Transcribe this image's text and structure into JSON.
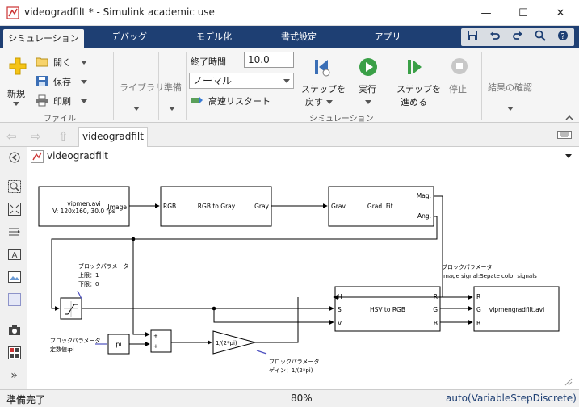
{
  "window": {
    "title": "videogradfilt * - Simulink academic use",
    "minimize_glyph": "—",
    "maximize_glyph": "☐",
    "close_glyph": "✕"
  },
  "ribbon_tabs": [
    "シミュレーション",
    "デバッグ",
    "モデル化",
    "書式設定",
    "アプリ"
  ],
  "quick_access": {
    "icons": [
      "save-icon",
      "undo-icon",
      "redo-icon",
      "search-icon",
      "help-icon"
    ]
  },
  "ribbon": {
    "file": {
      "new_label": "新規",
      "open_label": "開く",
      "save_label": "保存",
      "print_label": "印刷",
      "group_caption": "ファイル"
    },
    "library_label": "ライブラリ",
    "prepare_label": "準備",
    "simulation": {
      "stop_time_label": "終了時間",
      "stop_time_value": "10.0",
      "mode_value": "ノーマル",
      "fast_restart_label": "高速リスタート",
      "step_back_label_1": "ステップを",
      "step_back_label_2": "戻す",
      "run_label": "実行",
      "step_forward_label_1": "ステップを",
      "step_forward_label_2": "進める",
      "stop_label": "停止",
      "group_caption": "シミュレーション"
    },
    "review_label": "結果の確認"
  },
  "nav": {
    "tab_label": "videogradfilt",
    "address": "videogradfilt"
  },
  "diagram": {
    "source_block": {
      "line1": "vipmen.avi",
      "line2": "V: 120x160, 30.0 fps",
      "port": "Image"
    },
    "rgb2gray": {
      "title": "RGB to Gray",
      "in": "RGB",
      "out": "Gray"
    },
    "gradfilt": {
      "title": "Grad. Fit.",
      "in": "Grav",
      "out1": "Mag.",
      "out2": "Ang."
    },
    "hsv2rgb": {
      "title": "HSV to RGB",
      "in_h": "H",
      "in_s": "S",
      "in_v": "V",
      "out_r": "R",
      "out_g": "G",
      "out_b": "B"
    },
    "sink": {
      "title": "vipmengradfilt.avi",
      "in_r": "R",
      "in_g": "G",
      "in_b": "B"
    },
    "const_block": "pi",
    "gain_block": "1/(2*pi)",
    "sat_note": {
      "l1": "ブロックパラメータ",
      "l2": "上限：1",
      "l3": "下限：0"
    },
    "sink_note": {
      "l1": "ブロックパラメータ",
      "l2": "Image signal:Sepate color signals"
    },
    "const_note": {
      "l1": "ブロックパラメータ",
      "l2": "定数値:pi"
    },
    "gain_note": {
      "l1": "ブロックパラメータ",
      "l2": "ゲイン：1/(2*pi)"
    }
  },
  "status": {
    "ready": "準備完了",
    "zoom": "80%",
    "solver": "auto(VariableStepDiscrete)"
  }
}
